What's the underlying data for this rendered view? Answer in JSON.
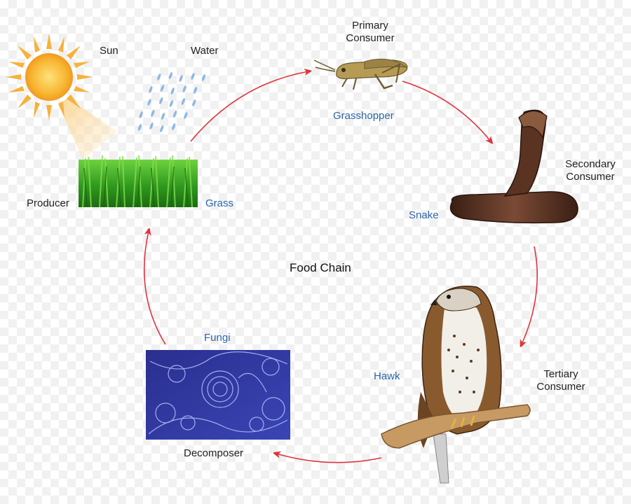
{
  "diagram": {
    "title": "Food Chain",
    "colors": {
      "arrow": "#e0333c",
      "organism_name": "#2c66a8",
      "role_text": "#222222"
    },
    "inputs": {
      "sun": "Sun",
      "water": "Water"
    },
    "stages": [
      {
        "role": "Producer",
        "organism": "Grass",
        "icon": "grass-image"
      },
      {
        "role_line1": "Primary",
        "role_line2": "Consumer",
        "organism": "Grasshopper",
        "icon": "grasshopper-image"
      },
      {
        "role_line1": "Secondary",
        "role_line2": "Consumer",
        "organism": "Snake",
        "icon": "snake-image"
      },
      {
        "role_line1": "Tertiary",
        "role_line2": "Consumer",
        "organism": "Hawk",
        "icon": "hawk-image"
      },
      {
        "role": "Decomposer",
        "organism": "Fungi",
        "icon": "fungi-image"
      }
    ]
  }
}
